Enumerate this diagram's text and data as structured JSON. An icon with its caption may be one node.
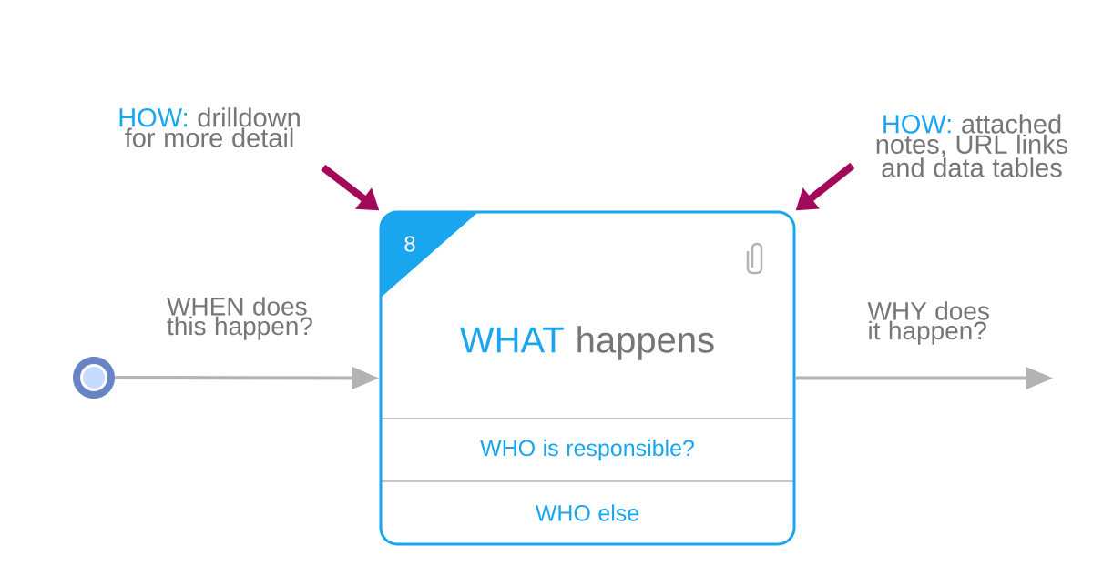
{
  "diagram": {
    "nodes": [
      {
        "text": [],
        "shape": "circle"
      },
      {
        "text": [
          "8",
          "WHAT",
          "happens"
        ]
      },
      {
        "text": [
          "WHO is responsible?"
        ],
        "in": 1
      },
      {
        "text": [
          "WHO else"
        ],
        "in": 1
      },
      {
        "text": [
          "HOW:",
          "drilldown for more detail"
        ]
      },
      {
        "text": [
          "HOW:",
          "attached notes, URL links and data tables"
        ]
      }
    ],
    "edges": [
      {
        "from": 0,
        "to": 1,
        "arrow": "to",
        "label": "WHEN does this happen?",
        "color": "#b3b3b3"
      },
      {
        "from": 1,
        "to": null,
        "arrow": "to",
        "label": "WHY does it happen?",
        "color": "#b3b3b3"
      },
      {
        "from": 4,
        "to": 1,
        "arrow": "to",
        "style": "thick",
        "color": "#a3095b"
      },
      {
        "from": 5,
        "to": 1,
        "arrow": "to",
        "style": "thick",
        "color": "#a3095b"
      }
    ]
  }
}
